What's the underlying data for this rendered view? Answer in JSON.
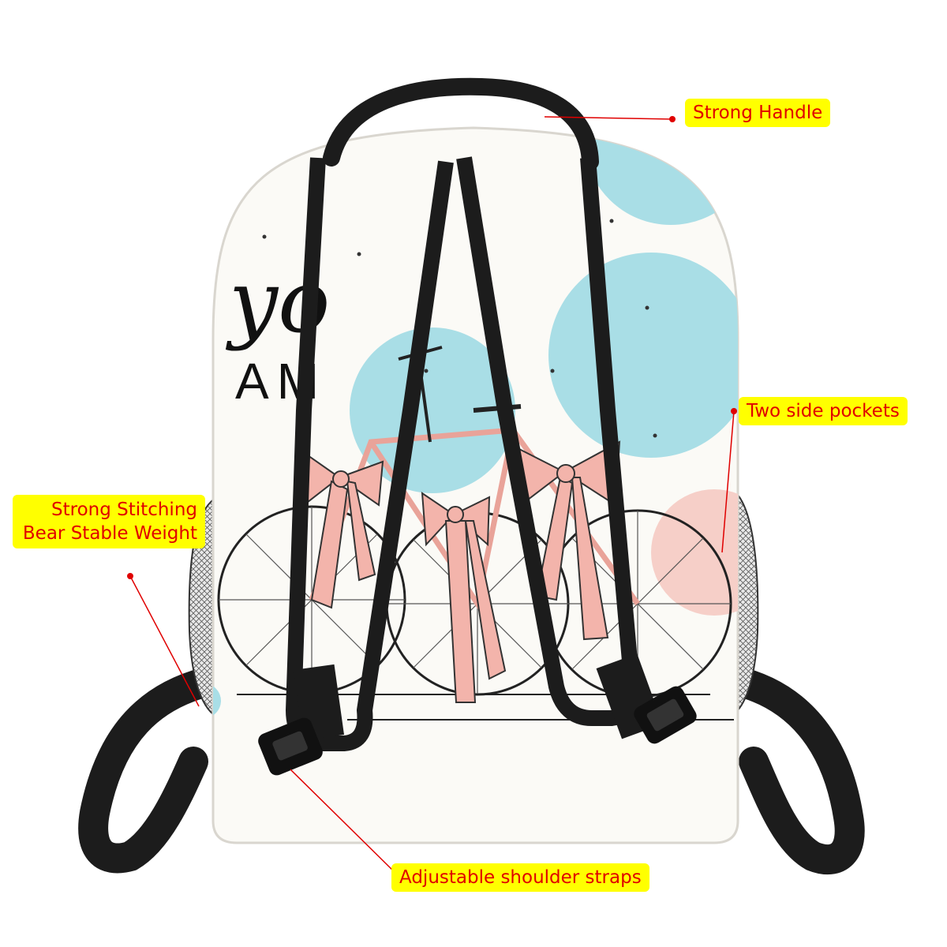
{
  "colors": {
    "callout_bg": "#ffff00",
    "callout_text": "#e00000",
    "leader_line": "#e00000",
    "strap": "#1c1c1c",
    "body": "#fbfaf6",
    "circle_blue": "#a9dee6",
    "bow_pink": "#f3b4ab"
  },
  "print": {
    "line1": "yo",
    "line2": "AM"
  },
  "callouts": {
    "handle": "Strong Handle",
    "pockets": "Two side pockets",
    "stitching_line1": "Strong Stitching",
    "stitching_line2": "Bear Stable Weight",
    "straps": "Adjustable shoulder straps"
  }
}
